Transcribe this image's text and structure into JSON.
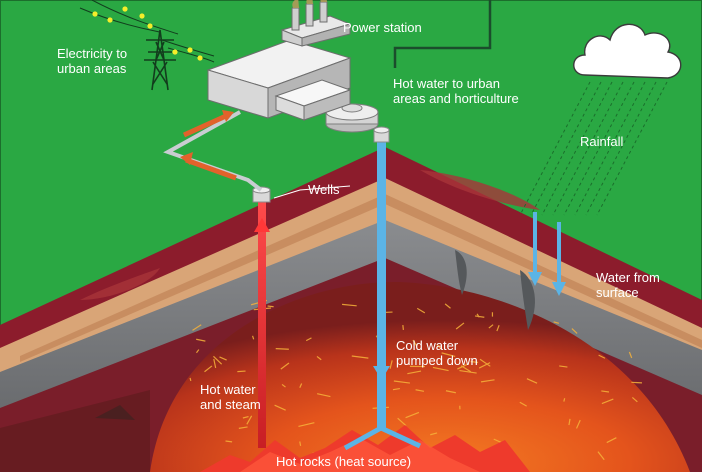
{
  "labels": {
    "electricity": [
      "Electricity to",
      "urban areas"
    ],
    "power_station": "Power station",
    "hot_water_urban": [
      "Hot water to urban",
      "areas and horticulture"
    ],
    "rainfall": "Rainfall",
    "wells": "Wells",
    "water_from_surface": [
      "Water from",
      "surface"
    ],
    "cold_water": [
      "Cold water",
      "pumped down"
    ],
    "hot_water_steam": [
      "Hot water",
      "and steam"
    ],
    "hot_rocks": "Hot rocks (heat source)"
  },
  "colors": {
    "surface_green": "#2aa843",
    "crust_maroon": "#8c1c2c",
    "sand_layer": "#d9a577",
    "rock_gray": "#7b7d80",
    "magma_orange": "#e2621f",
    "cold_pipe": "#5bb4e6",
    "hot_pipe": "#d8282f"
  },
  "icons": {
    "pylon": "power-pylon-icon",
    "cloud": "cloud-icon",
    "station": "power-station-icon"
  }
}
